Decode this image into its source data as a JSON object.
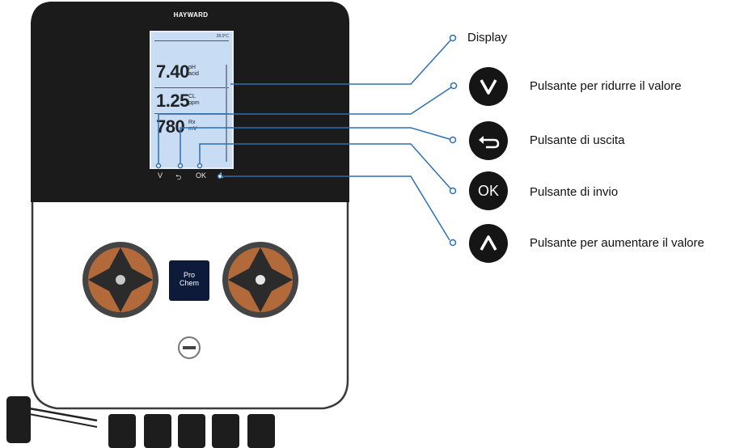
{
  "device": {
    "brand": "HAYWARD",
    "screen": {
      "temp": "28.0°C",
      "readings": [
        {
          "value": "7.40",
          "unit_top": "pH",
          "unit_bottom": "acid"
        },
        {
          "value": "1.25",
          "unit_top": "CL",
          "unit_bottom": "ppm"
        },
        {
          "value": "780",
          "unit_top": "Rx",
          "unit_bottom": "mV"
        }
      ]
    },
    "keys": {
      "down": "V",
      "back": "⮌",
      "ok": "OK",
      "up": "Λ"
    },
    "badge": {
      "line1": "Pro",
      "line2": "Chem"
    }
  },
  "callouts": [
    {
      "id": "display",
      "label": "Display",
      "icon": null
    },
    {
      "id": "down",
      "label": "Pulsante per ridurre il valore",
      "icon": "chevron-down-icon"
    },
    {
      "id": "exit",
      "label": "Pulsante di uscita",
      "icon": "return-arrow-icon"
    },
    {
      "id": "enter",
      "label": "Pulsante di invio",
      "icon": "ok-text",
      "text": "OK"
    },
    {
      "id": "up",
      "label": "Pulsante per aumentare il valore",
      "icon": "chevron-up-icon"
    }
  ],
  "colors": {
    "leader": "#2e6fb5",
    "device_dark": "#1b1b1b",
    "screen": "#c8dcf3",
    "button": "#151515"
  }
}
